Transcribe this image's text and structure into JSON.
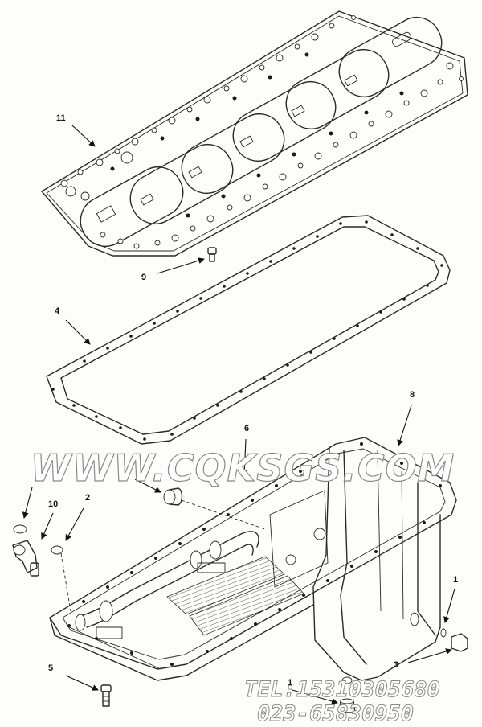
{
  "callouts": {
    "c11": "11",
    "c9": "9",
    "c4": "4",
    "c8": "8",
    "c6": "6",
    "c10": "10",
    "c2": "2",
    "c1a": "1",
    "c3": "3",
    "c5": "5",
    "c1b": "1"
  },
  "watermark": {
    "site": "WWW.CQKSGS.COM",
    "tel": "TEL:15310305680",
    "phone": "023-65830950"
  }
}
